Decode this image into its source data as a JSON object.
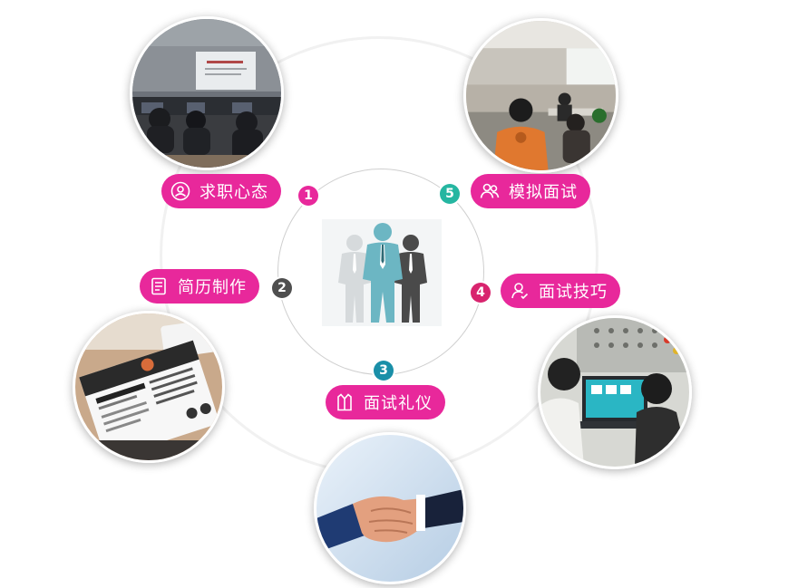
{
  "steps": [
    {
      "number": "1",
      "label": "求职心态",
      "icon": "user-search-icon",
      "number_color": "#e8289b"
    },
    {
      "number": "2",
      "label": "简历制作",
      "icon": "resume-icon",
      "number_color": "#4f4f4f"
    },
    {
      "number": "3",
      "label": "面试礼仪",
      "icon": "suit-icon",
      "number_color": "#1a8fa8"
    },
    {
      "number": "4",
      "label": "面试技巧",
      "icon": "user-check-icon",
      "number_color": "#d8246e"
    },
    {
      "number": "5",
      "label": "模拟面试",
      "icon": "group-icon",
      "number_color": "#25b6a1"
    }
  ],
  "colors": {
    "pill": "#e8289b",
    "ring": "#f1f1f1",
    "inner_ring": "#cfcfcf"
  },
  "photos": [
    {
      "name": "classroom-lecture-photo"
    },
    {
      "name": "mock-interview-classroom-photo"
    },
    {
      "name": "resume-document-photo"
    },
    {
      "name": "lab-computer-photo"
    },
    {
      "name": "handshake-photo"
    }
  ],
  "center": {
    "name": "business-people-illustration"
  }
}
